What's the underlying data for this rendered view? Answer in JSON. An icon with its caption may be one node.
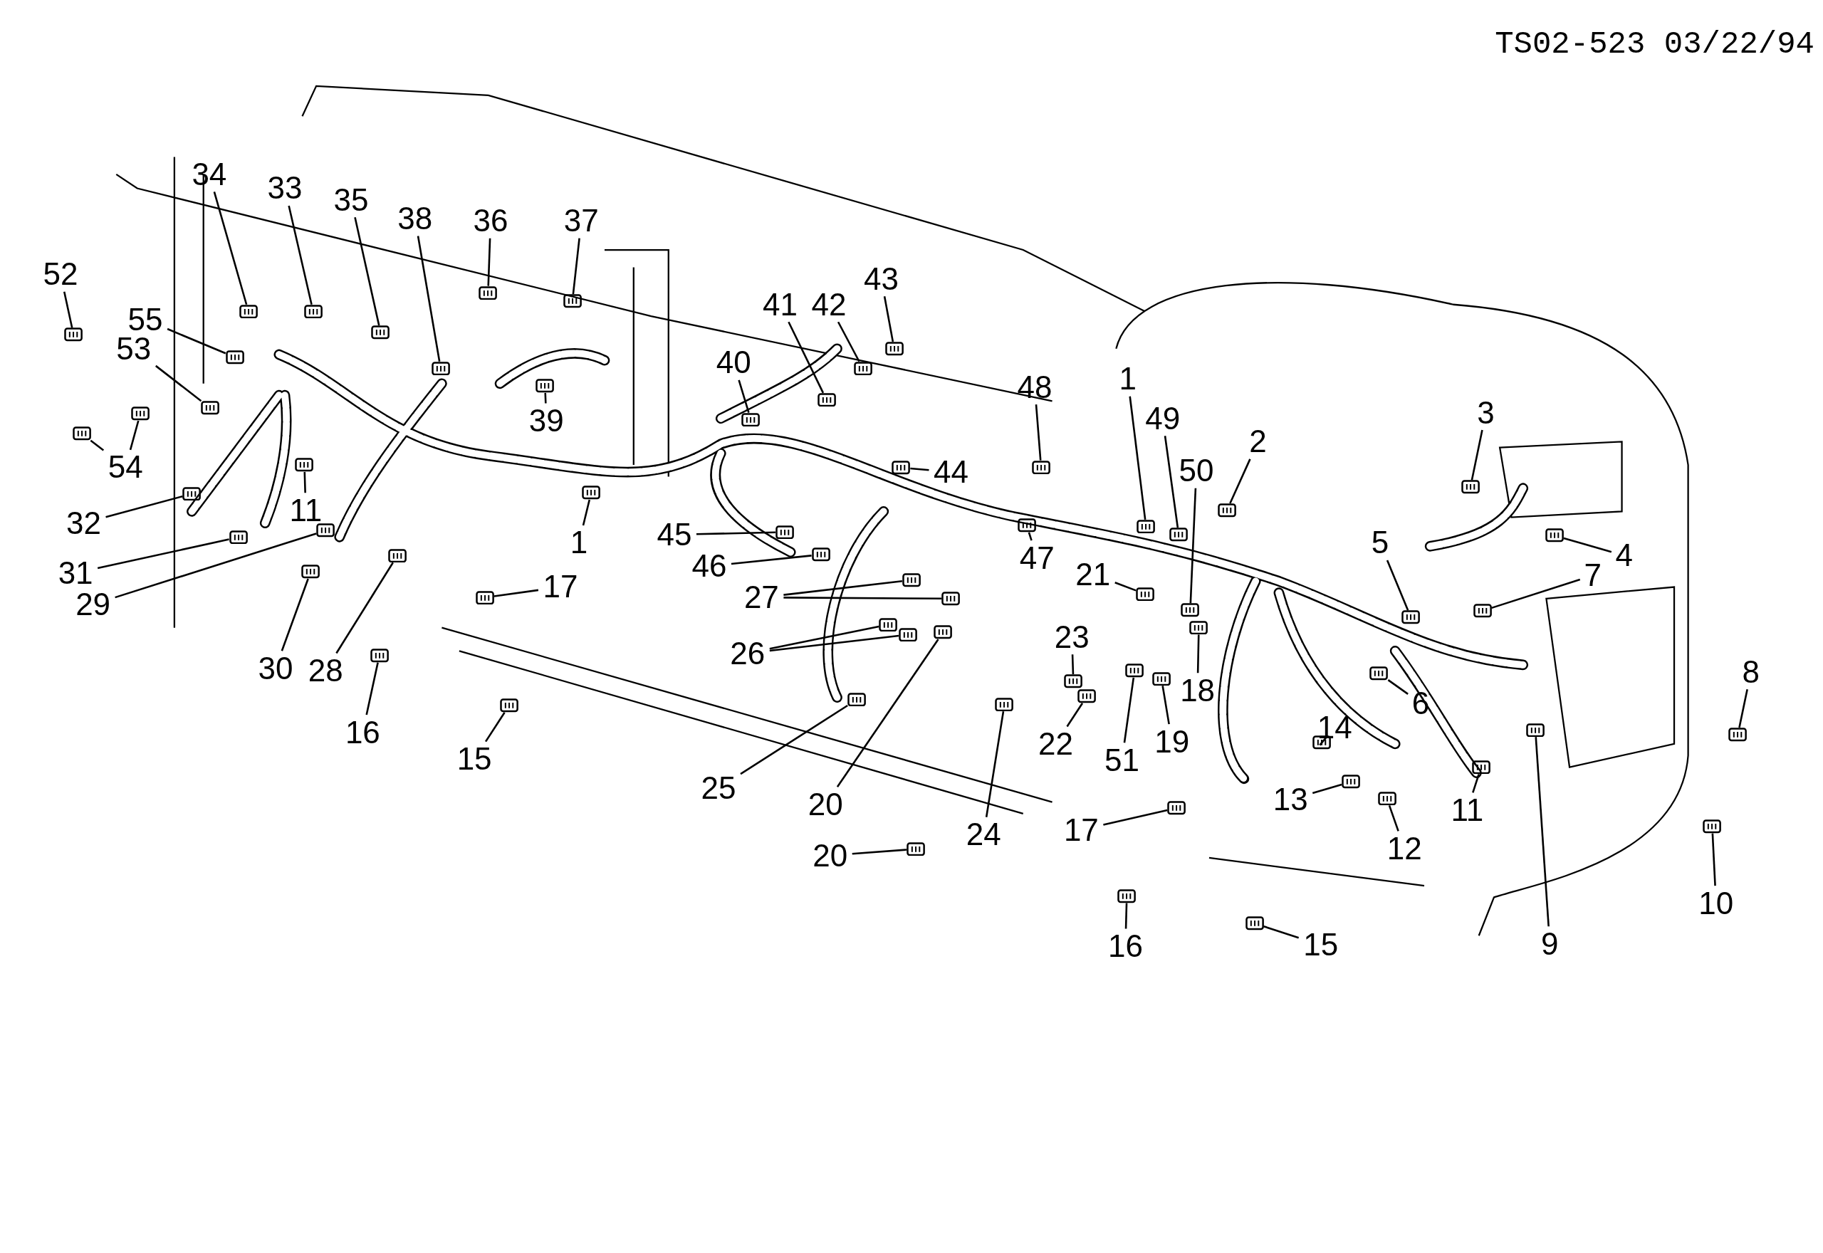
{
  "diagram": {
    "nodes": [
      {
        "text": [
          "34"
        ]
      },
      {
        "text": [
          "33"
        ]
      },
      {
        "text": [
          "35"
        ]
      },
      {
        "text": [
          "38"
        ]
      },
      {
        "text": [
          "36"
        ]
      },
      {
        "text": [
          "37"
        ]
      },
      {
        "text": [
          "52"
        ]
      },
      {
        "text": [
          "55"
        ]
      },
      {
        "text": [
          "53"
        ]
      },
      {
        "text": [
          "43"
        ]
      },
      {
        "text": [
          "41"
        ]
      },
      {
        "text": [
          "42"
        ]
      },
      {
        "text": [
          "40"
        ]
      },
      {
        "text": [
          "1"
        ]
      },
      {
        "text": [
          "48"
        ]
      },
      {
        "text": [
          "3"
        ]
      },
      {
        "text": [
          "49"
        ]
      },
      {
        "text": [
          "39"
        ]
      },
      {
        "text": [
          "2"
        ]
      },
      {
        "text": [
          "54"
        ]
      },
      {
        "text": [
          "44"
        ]
      },
      {
        "text": [
          "50"
        ]
      },
      {
        "text": [
          "11"
        ]
      },
      {
        "text": [
          "32"
        ]
      },
      {
        "text": [
          "45"
        ]
      },
      {
        "text": [
          "1"
        ]
      },
      {
        "text": [
          "5"
        ]
      },
      {
        "text": [
          "47"
        ]
      },
      {
        "text": [
          "4"
        ]
      },
      {
        "text": [
          "31"
        ]
      },
      {
        "text": [
          "46"
        ]
      },
      {
        "text": [
          "21"
        ]
      },
      {
        "text": [
          "7"
        ]
      },
      {
        "text": [
          "17"
        ]
      },
      {
        "text": [
          "27"
        ]
      },
      {
        "text": [
          "29"
        ]
      },
      {
        "text": [
          "23"
        ]
      },
      {
        "text": [
          "26"
        ]
      },
      {
        "text": [
          "30"
        ]
      },
      {
        "text": [
          "28"
        ]
      },
      {
        "text": [
          "8"
        ]
      },
      {
        "text": [
          "18"
        ]
      },
      {
        "text": [
          "6"
        ]
      },
      {
        "text": [
          "14"
        ]
      },
      {
        "text": [
          "16"
        ]
      },
      {
        "text": [
          "19"
        ]
      },
      {
        "text": [
          "22"
        ]
      },
      {
        "text": [
          "15"
        ]
      },
      {
        "text": [
          "51"
        ]
      },
      {
        "text": [
          "25"
        ]
      },
      {
        "text": [
          "13"
        ]
      },
      {
        "text": [
          "20"
        ]
      },
      {
        "text": [
          "11"
        ]
      },
      {
        "text": [
          "17"
        ]
      },
      {
        "text": [
          "24"
        ]
      },
      {
        "text": [
          "12"
        ]
      },
      {
        "text": [
          "20"
        ]
      },
      {
        "text": [
          "10"
        ]
      },
      {
        "text": [
          "9"
        ]
      },
      {
        "text": [
          "16"
        ]
      },
      {
        "text": [
          "15"
        ]
      },
      {
        "text": [],
        "shape": "picture"
      },
      {
        "text": [],
        "shape": "picture"
      },
      {
        "text": [],
        "shape": "picture"
      },
      {
        "text": [],
        "shape": "picture"
      },
      {
        "text": [],
        "shape": "picture"
      },
      {
        "text": [],
        "shape": "picture"
      },
      {
        "text": [],
        "shape": "picture"
      },
      {
        "text": [],
        "shape": "picture"
      },
      {
        "text": [],
        "shape": "picture"
      },
      {
        "text": [],
        "shape": "picture"
      },
      {
        "text": [],
        "shape": "picture"
      },
      {
        "text": [],
        "shape": "picture"
      },
      {
        "text": [],
        "shape": "picture"
      },
      {
        "text": [],
        "shape": "picture"
      },
      {
        "text": [],
        "shape": "picture"
      },
      {
        "text": [],
        "shape": "picture"
      },
      {
        "text": [],
        "shape": "picture"
      },
      {
        "text": [],
        "shape": "picture"
      },
      {
        "text": [],
        "shape": "picture"
      },
      {
        "text": [],
        "shape": "picture"
      },
      {
        "text": [],
        "shape": "picture"
      },
      {
        "text": [],
        "shape": "picture"
      },
      {
        "text": [],
        "shape": "picture"
      },
      {
        "text": [],
        "shape": "picture"
      },
      {
        "text": [],
        "shape": "picture"
      },
      {
        "text": [],
        "shape": "picture"
      },
      {
        "text": [],
        "shape": "picture"
      },
      {
        "text": [],
        "shape": "picture"
      },
      {
        "text": [],
        "shape": "picture"
      },
      {
        "text": [],
        "shape": "picture"
      },
      {
        "text": [],
        "shape": "picture"
      },
      {
        "text": [],
        "shape": "picture"
      },
      {
        "text": [],
        "shape": "picture"
      },
      {
        "text": [],
        "shape": "picture"
      },
      {
        "text": [],
        "shape": "picture"
      },
      {
        "text": [],
        "shape": "picture"
      },
      {
        "text": [],
        "shape": "picture"
      },
      {
        "text": [],
        "shape": "picture"
      },
      {
        "text": [],
        "shape": "picture"
      },
      {
        "text": [],
        "shape": "picture"
      },
      {
        "text": [],
        "shape": "picture"
      },
      {
        "text": [],
        "shape": "picture"
      },
      {
        "text": [],
        "shape": "picture"
      },
      {
        "text": [],
        "shape": "picture"
      },
      {
        "text": [],
        "shape": "picture"
      },
      {
        "text": [],
        "shape": "picture"
      },
      {
        "text": [],
        "shape": "picture"
      },
      {
        "text": [],
        "shape": "picture"
      },
      {
        "text": [],
        "shape": "picture"
      },
      {
        "text": [],
        "shape": "picture"
      },
      {
        "text": [],
        "shape": "picture"
      },
      {
        "text": [],
        "shape": "picture"
      },
      {
        "text": [],
        "shape": "picture"
      },
      {
        "text": [],
        "shape": "picture"
      },
      {
        "text": [],
        "shape": "picture"
      },
      {
        "text": [],
        "shape": "picture"
      },
      {
        "text": [],
        "shape": "picture"
      },
      {
        "text": [],
        "shape": "picture"
      },
      {
        "text": [],
        "shape": "picture"
      },
      {
        "text": [],
        "shape": "picture"
      },
      {
        "text": [],
        "shape": "picture"
      },
      {
        "text": [],
        "shape": "picture"
      },
      {
        "text": [],
        "shape": "picture"
      },
      {
        "text": [],
        "shape": "picture"
      }
    ],
    "edges": [
      {
        "from": 0,
        "to": 61,
        "arrow": "none"
      },
      {
        "from": 1,
        "to": 62,
        "arrow": "none"
      },
      {
        "from": 2,
        "to": 63,
        "arrow": "none"
      },
      {
        "from": 3,
        "to": 64,
        "arrow": "none"
      },
      {
        "from": 4,
        "to": 65,
        "arrow": "none"
      },
      {
        "from": 5,
        "to": 66,
        "arrow": "none"
      },
      {
        "from": 6,
        "to": 67,
        "arrow": "none"
      },
      {
        "from": 7,
        "to": 68,
        "arrow": "none"
      },
      {
        "from": 8,
        "to": 69,
        "arrow": "none"
      },
      {
        "from": 9,
        "to": 70,
        "arrow": "none"
      },
      {
        "from": 10,
        "to": 71,
        "arrow": "none"
      },
      {
        "from": 11,
        "to": 72,
        "arrow": "none"
      },
      {
        "from": 12,
        "to": 73,
        "arrow": "none"
      },
      {
        "from": 13,
        "to": 74,
        "arrow": "none"
      },
      {
        "from": 14,
        "to": 75,
        "arrow": "none"
      },
      {
        "from": 15,
        "to": 76,
        "arrow": "none"
      },
      {
        "from": 16,
        "to": 77,
        "arrow": "none"
      },
      {
        "from": 17,
        "to": 78,
        "arrow": "none"
      },
      {
        "from": 18,
        "to": 79,
        "arrow": "none"
      },
      {
        "from": 19,
        "to": 80,
        "arrow": "none"
      },
      {
        "from": 19,
        "to": 81,
        "arrow": "none"
      },
      {
        "from": 20,
        "to": 82,
        "arrow": "none"
      },
      {
        "from": 21,
        "to": 83,
        "arrow": "none"
      },
      {
        "from": 22,
        "to": 84,
        "arrow": "none"
      },
      {
        "from": 23,
        "to": 85,
        "arrow": "none"
      },
      {
        "from": 24,
        "to": 86,
        "arrow": "none"
      },
      {
        "from": 25,
        "to": 87,
        "arrow": "none"
      },
      {
        "from": 26,
        "to": 88,
        "arrow": "none"
      },
      {
        "from": 27,
        "to": 89,
        "arrow": "none"
      },
      {
        "from": 28,
        "to": 90,
        "arrow": "none"
      },
      {
        "from": 29,
        "to": 91,
        "arrow": "none"
      },
      {
        "from": 30,
        "to": 92,
        "arrow": "none"
      },
      {
        "from": 31,
        "to": 93,
        "arrow": "none"
      },
      {
        "from": 32,
        "to": 94,
        "arrow": "none"
      },
      {
        "from": 33,
        "to": 95,
        "arrow": "none"
      },
      {
        "from": 34,
        "to": 96,
        "arrow": "none"
      },
      {
        "from": 34,
        "to": 97,
        "arrow": "none"
      },
      {
        "from": 35,
        "to": 98,
        "arrow": "none"
      },
      {
        "from": 36,
        "to": 99,
        "arrow": "none"
      },
      {
        "from": 37,
        "to": 100,
        "arrow": "none"
      },
      {
        "from": 37,
        "to": 101,
        "arrow": "none"
      },
      {
        "from": 38,
        "to": 102,
        "arrow": "none"
      },
      {
        "from": 39,
        "to": 103,
        "arrow": "none"
      },
      {
        "from": 40,
        "to": 104,
        "arrow": "none"
      },
      {
        "from": 41,
        "to": 105,
        "arrow": "none"
      },
      {
        "from": 42,
        "to": 106,
        "arrow": "none"
      },
      {
        "from": 43,
        "to": 107,
        "arrow": "none"
      },
      {
        "from": 44,
        "to": 108,
        "arrow": "none"
      },
      {
        "from": 45,
        "to": 109,
        "arrow": "none"
      },
      {
        "from": 46,
        "to": 110,
        "arrow": "none"
      },
      {
        "from": 47,
        "to": 111,
        "arrow": "none"
      },
      {
        "from": 48,
        "to": 112,
        "arrow": "none"
      },
      {
        "from": 49,
        "to": 113,
        "arrow": "none"
      },
      {
        "from": 50,
        "to": 114,
        "arrow": "none"
      },
      {
        "from": 51,
        "to": 115,
        "arrow": "none"
      },
      {
        "from": 52,
        "to": 116,
        "arrow": "none"
      },
      {
        "from": 53,
        "to": 117,
        "arrow": "none"
      },
      {
        "from": 54,
        "to": 118,
        "arrow": "none"
      },
      {
        "from": 55,
        "to": 119,
        "arrow": "none"
      },
      {
        "from": 56,
        "to": 120,
        "arrow": "none"
      },
      {
        "from": 57,
        "to": 121,
        "arrow": "none"
      },
      {
        "from": 58,
        "to": 122,
        "arrow": "none"
      },
      {
        "from": 59,
        "to": 123,
        "arrow": "none"
      },
      {
        "from": 60,
        "to": 124,
        "arrow": "none"
      }
    ],
    "labels": [
      "TS02-523 03/22/94"
    ]
  }
}
